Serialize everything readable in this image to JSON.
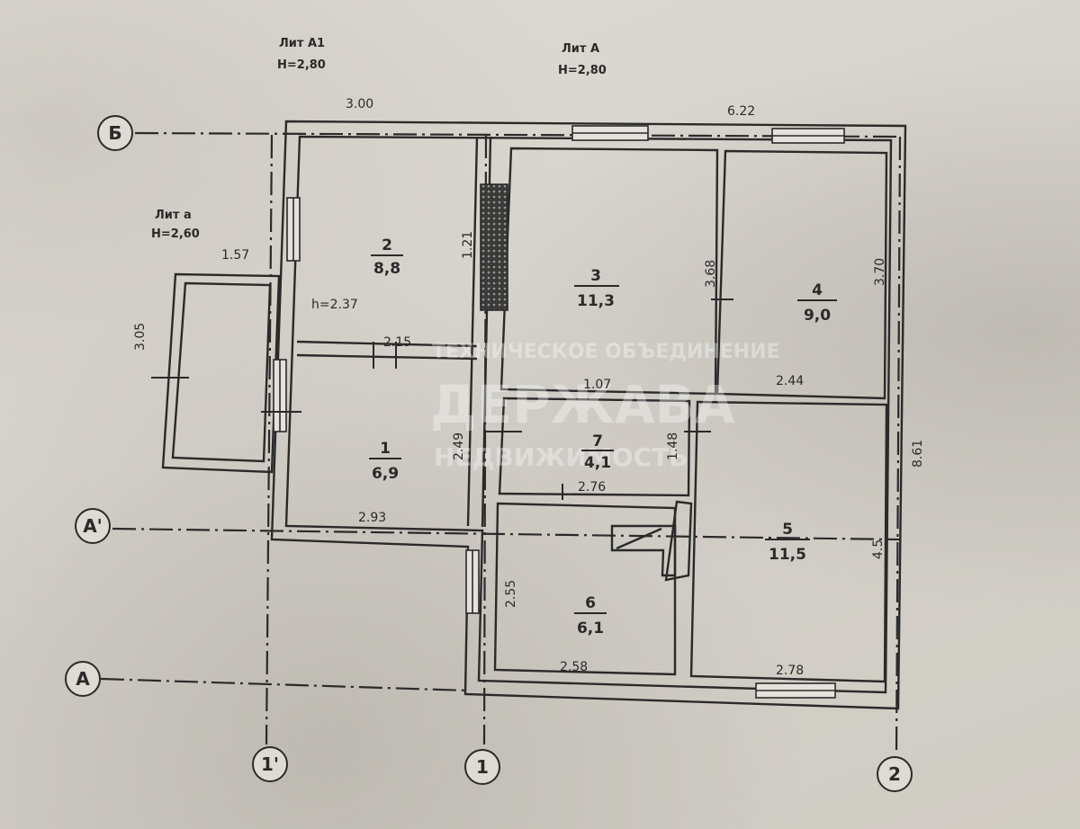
{
  "plan": {
    "headers": [
      {
        "id": "lit-a1",
        "line1": "Лит А1",
        "line2": "H=2,80"
      },
      {
        "id": "lit-a",
        "line1": "Лит А",
        "line2": "H=2,80"
      },
      {
        "id": "lit-a-small",
        "line1": "Лит а",
        "line2": "H=2,60"
      }
    ],
    "axes": {
      "b": "Б",
      "a_prime": "А'",
      "a": "А",
      "one_prime": "1'",
      "one": "1",
      "two": "2"
    },
    "rooms": [
      {
        "id": "room-2",
        "number": "2",
        "area": "8,8"
      },
      {
        "id": "room-3",
        "number": "3",
        "area": "11,3"
      },
      {
        "id": "room-4",
        "number": "4",
        "area": "9,0"
      },
      {
        "id": "room-1",
        "number": "1",
        "area": "6,9"
      },
      {
        "id": "room-7",
        "number": "7",
        "area": "4,1"
      },
      {
        "id": "room-5",
        "number": "5",
        "area": "11,5"
      },
      {
        "id": "room-6",
        "number": "6",
        "area": "6,1"
      }
    ],
    "dimensions": {
      "top_left": "3.00",
      "top_right": "6.22",
      "room2_height": "1.21",
      "room3_height": "3.68",
      "room4_height": "3.70",
      "porch_width": "1.57",
      "porch_height": "3.05",
      "room2_ceiling": "h=2.37",
      "room1_width": "2.15",
      "room3_bottom": "1.07",
      "room4_bottom": "2.44",
      "room1_height": "2.49",
      "room7_height": "1.48",
      "room7_width": "2.76",
      "room1_bottom": "2.93",
      "total_height": "8.61",
      "room5_height": "4.5",
      "room6_height": "2.55",
      "room6_width": "2.58",
      "room5_width": "2.78"
    },
    "watermark": {
      "line1": "ТЕХНИЧЕСКОЕ ОБЪЕДИНЕНИЕ",
      "line2": "ДЕРЖАВА",
      "line3": "НЕДВИЖИМОСТЬ"
    }
  },
  "colors": {
    "ink": "#2a2a2a",
    "paper": "#d9d6cf",
    "wall_fill": "#e4e2dc"
  }
}
